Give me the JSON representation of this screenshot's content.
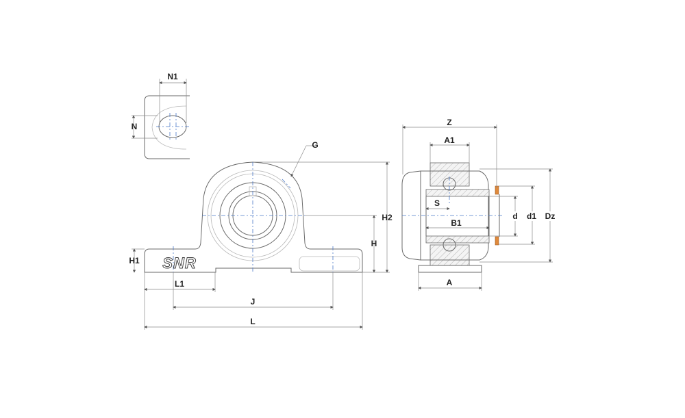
{
  "drawing": {
    "brand_logo": "SNR",
    "dimension_labels": {
      "N1": "N1",
      "N": "N",
      "G": "G",
      "H1": "H1",
      "L1": "L1",
      "J": "J",
      "L": "L",
      "H": "H",
      "H2": "H2",
      "Z": "Z",
      "A1": "A1",
      "S": "S",
      "B1": "B1",
      "A": "A",
      "d": "d",
      "d1": "d1",
      "Dz": "Dz"
    },
    "colors": {
      "outline": "#6a6a6a",
      "centerline": "#4a78c8",
      "seal": "#e08a3c"
    }
  }
}
